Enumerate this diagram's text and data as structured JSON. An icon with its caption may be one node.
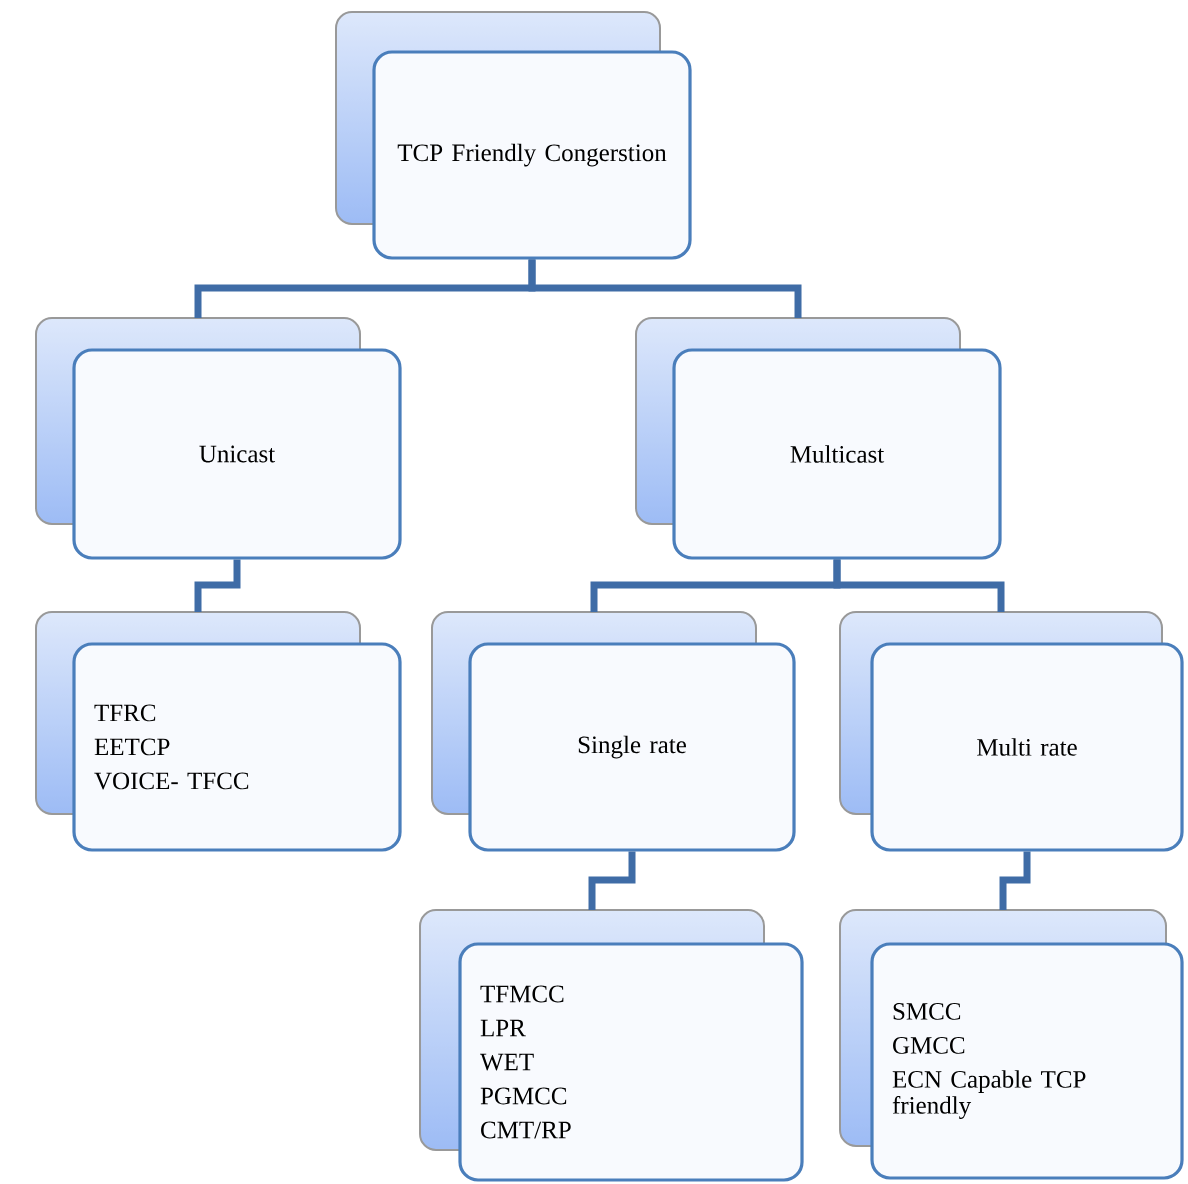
{
  "diagram": {
    "nodes": [
      {
        "text": [
          "TCP Friendly Congerstion"
        ]
      },
      {
        "text": [
          "Unicast"
        ]
      },
      {
        "text": [
          "Multicast"
        ]
      },
      {
        "text": [
          "TFRC",
          "EETCP",
          "VOICE- TFCC"
        ]
      },
      {
        "text": [
          "Single rate"
        ]
      },
      {
        "text": [
          "Multi rate"
        ]
      },
      {
        "text": [
          "TFMCC",
          "LPR",
          "WET",
          "PGMCC",
          "CMT/RP"
        ]
      },
      {
        "text": [
          "SMCC",
          "GMCC",
          "ECN Capable TCP friendly"
        ]
      }
    ],
    "edges": [
      {
        "from": 0,
        "to": 1,
        "arrow": "none"
      },
      {
        "from": 0,
        "to": 2,
        "arrow": "none"
      },
      {
        "from": 1,
        "to": 3,
        "arrow": "none"
      },
      {
        "from": 2,
        "to": 4,
        "arrow": "none"
      },
      {
        "from": 2,
        "to": 5,
        "arrow": "none"
      },
      {
        "from": 4,
        "to": 6,
        "arrow": "none"
      },
      {
        "from": 5,
        "to": 7,
        "arrow": "none"
      }
    ]
  }
}
